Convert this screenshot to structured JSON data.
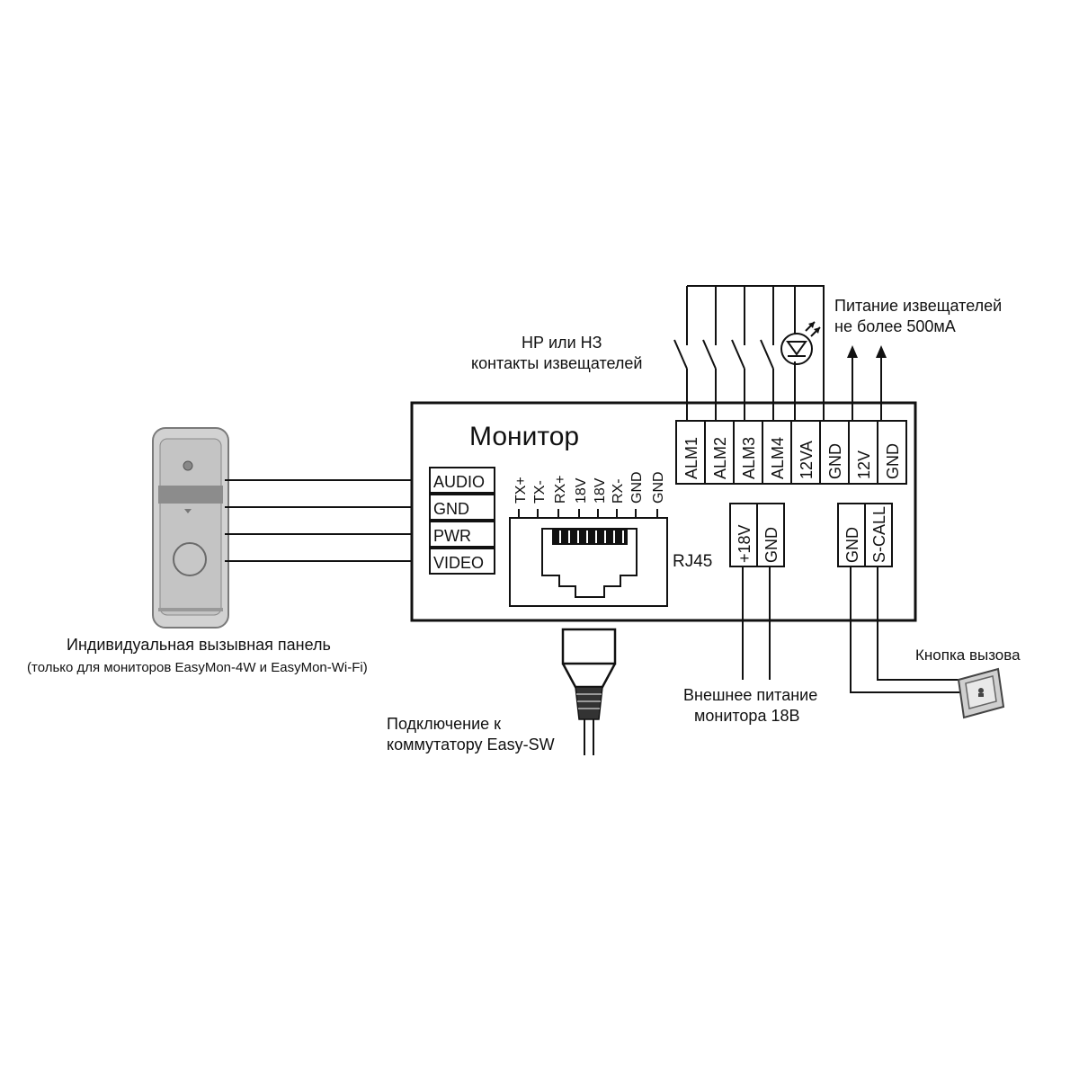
{
  "monitor_title": "Монитор",
  "left_terminals": [
    "AUDIO",
    "GND",
    "PWR",
    "VIDEO"
  ],
  "rj45": {
    "pins": [
      "TX+",
      "TX-",
      "RX+",
      "18V",
      "18V",
      "RX-",
      "GND",
      "GND"
    ],
    "label": "RJ45"
  },
  "top_terminals": [
    "ALM1",
    "ALM2",
    "ALM3",
    "ALM4",
    "12VA",
    "GND",
    "12V",
    "GND"
  ],
  "power_terminals": [
    "+18V",
    "GND"
  ],
  "call_terminals": [
    "GND",
    "S-CALL"
  ],
  "labels": {
    "contacts_line1": "НР или НЗ",
    "contacts_line2": "контакты извещателей",
    "sensor_power_line1": "Питание извещателей",
    "sensor_power_line2": "не более 500мА",
    "panel_line1": "Индивидуальная вызывная панель",
    "panel_line2": "(только для мониторов EasyMon-4W и EasyMon-Wi-Fi)",
    "switch_line1": "Подключение к",
    "switch_line2": "коммутатору Easy-SW",
    "ext_power_line1": "Внешнее питание",
    "ext_power_line2": "монитора 18В",
    "call_button": "Кнопка вызова"
  },
  "colors": {
    "line": "#111111",
    "panel_body": "#cfcfcf",
    "panel_dark": "#9a9a9a",
    "background": "#ffffff"
  }
}
